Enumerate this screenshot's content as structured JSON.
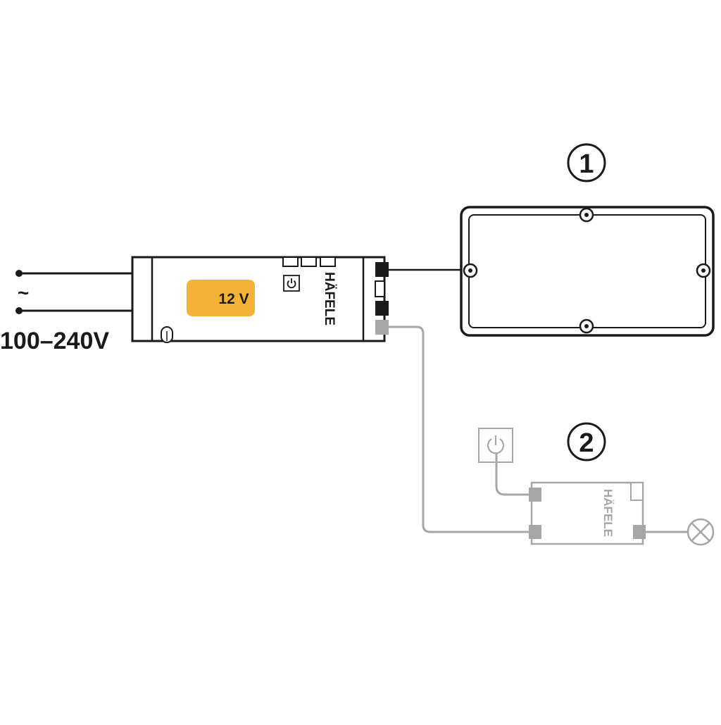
{
  "input": {
    "ac_symbol": "~",
    "voltage_range": "100–240V"
  },
  "driver": {
    "output_voltage": "12 V",
    "brand": "HÄFELE",
    "button_icon": "power-icon",
    "voltage_badge_color": "#f5b335"
  },
  "light_panel": {
    "number": "1"
  },
  "switch_module": {
    "number": "2",
    "brand": "HÄFELE",
    "switch_icon": "power-icon",
    "lamp_icon": "lamp-icon"
  },
  "colors": {
    "line": "#1a1a1a",
    "faded_line": "#a6a6a6"
  }
}
